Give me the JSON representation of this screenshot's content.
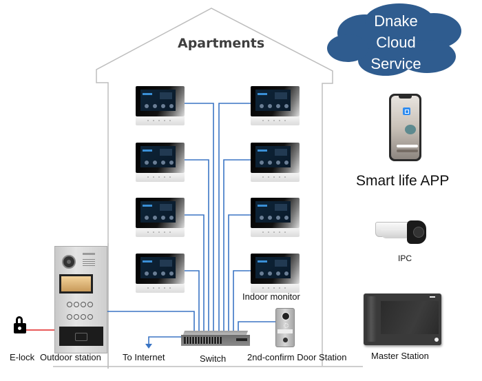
{
  "diagram": {
    "title": "Apartments",
    "cloud": {
      "lines": [
        "Dnake",
        "Cloud",
        "Service"
      ],
      "fill": "#2f5c8f"
    },
    "wire_color": "#3a74c4",
    "lock_wire_color": "#e02020",
    "house_outline_color": "#bdbdbd",
    "indoor_monitor_count": 8,
    "labels": {
      "smart_life_app": "Smart life APP",
      "ipc": "IPC",
      "indoor_monitor": "Indoor monitor",
      "master_station": "Master Station",
      "e_lock": "E-lock",
      "outdoor_station": "Outdoor station",
      "to_internet": "To Internet",
      "switch": "Switch",
      "door_station": "2nd-confirm Door Station"
    },
    "nodes": [
      {
        "id": "cloud",
        "label": "Dnake Cloud Service"
      },
      {
        "id": "app",
        "label": "Smart life APP"
      },
      {
        "id": "ipc",
        "label": "IPC"
      },
      {
        "id": "master",
        "label": "Master Station"
      },
      {
        "id": "switch",
        "label": "Switch"
      },
      {
        "id": "outdoor",
        "label": "Outdoor station"
      },
      {
        "id": "elock",
        "label": "E-lock"
      },
      {
        "id": "door",
        "label": "2nd-confirm Door Station"
      },
      {
        "id": "internet",
        "label": "To Internet"
      },
      {
        "id": "monitors",
        "label": "Indoor monitor"
      }
    ],
    "edges": [
      {
        "from": "monitors",
        "to": "switch"
      },
      {
        "from": "outdoor",
        "to": "switch"
      },
      {
        "from": "door",
        "to": "switch"
      },
      {
        "from": "switch",
        "to": "internet"
      },
      {
        "from": "outdoor",
        "to": "elock"
      }
    ]
  }
}
